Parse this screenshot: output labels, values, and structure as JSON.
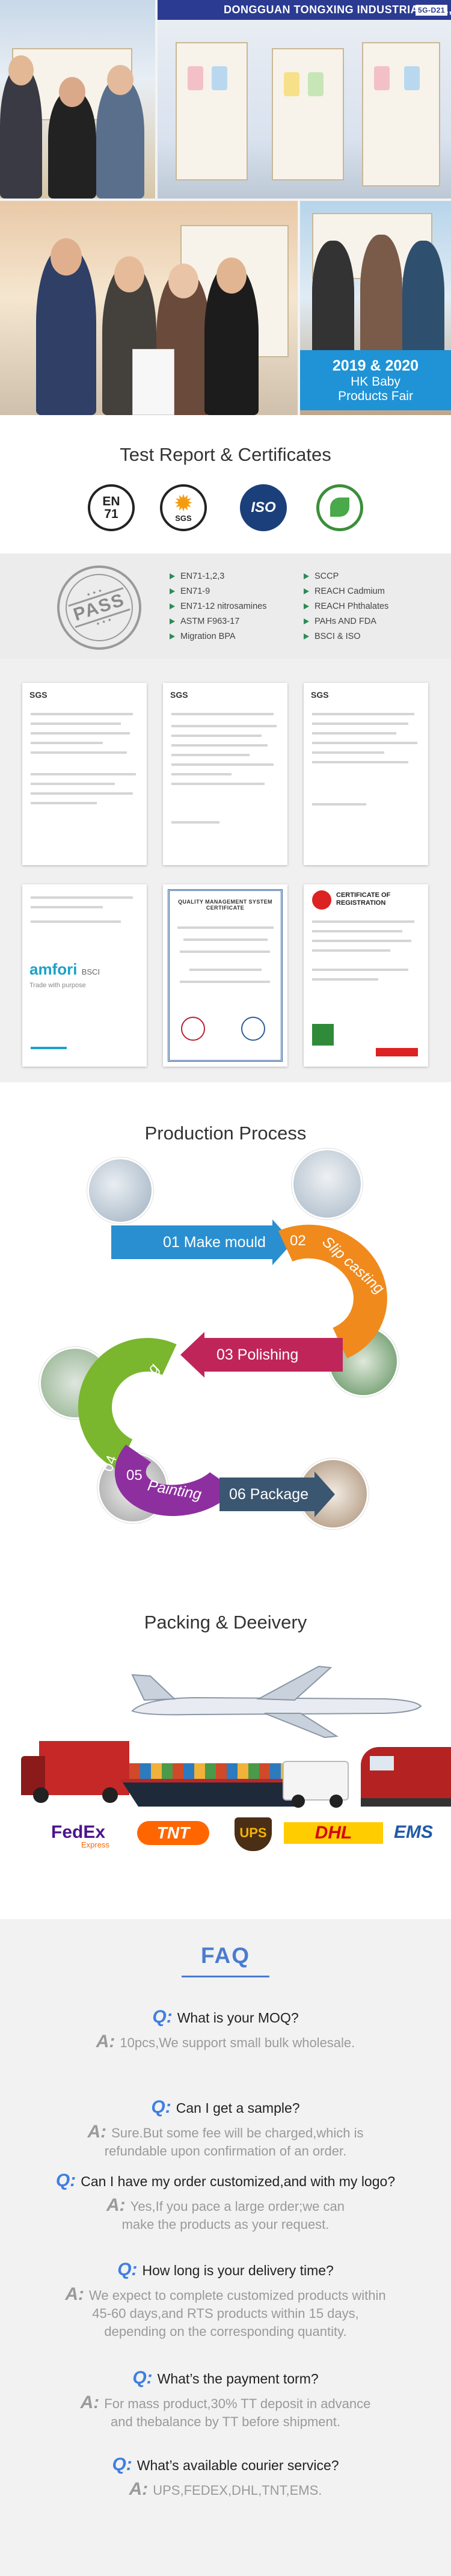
{
  "exhibition": {
    "booth_banner": "DONGGUAN TONGXING INDUSTRIAL CO., LTD",
    "booth_number": "5G-D21",
    "badge_line1": "2019 & 2020",
    "badge_line2": "HK Baby",
    "badge_line3": "Products Fair"
  },
  "certificates_section": {
    "title": "Test Report & Certificates",
    "logos": [
      {
        "icon": "en71-logo-icon",
        "text": "EN\n71"
      },
      {
        "icon": "sgs-logo-icon",
        "text": "SGS"
      },
      {
        "icon": "iso-logo-icon",
        "text": "ISO"
      },
      {
        "icon": "eco-logo-icon",
        "text": ""
      }
    ],
    "stamp_word": "PASS",
    "left_items": [
      "EN71-1,2,3",
      "EN71-9",
      "EN71-12 nitrosamines",
      "ASTM F963-17",
      "Migration BPA"
    ],
    "right_items": [
      "SCCP",
      "REACH Cadmium",
      "REACH Phthalates",
      "PAHs AND FDA",
      "BSCI & ISO"
    ]
  },
  "documents": {
    "sgs_label": "SGS",
    "amfori_label": "amfori",
    "amfori_sub": "BSCI",
    "amfori_tagline": "Trade with purpose",
    "qms_title": "QUALITY MANAGEMENT SYSTEM CERTIFICATE",
    "reg_title": "CERTIFICATE OF REGISTRATION"
  },
  "production": {
    "title": "Production Process",
    "steps": [
      {
        "num": "01",
        "label": "Make mould",
        "color": "#2a8fd0"
      },
      {
        "num": "02",
        "label": "Slip casting",
        "color": "#f08a1c"
      },
      {
        "num": "03",
        "label": "Polishing",
        "color": "#c0255a"
      },
      {
        "num": "04",
        "label": "Repairing",
        "color": "#7ab62e"
      },
      {
        "num": "05",
        "label": "Painting",
        "color": "#8e2fa0"
      },
      {
        "num": "06",
        "label": "Package",
        "color": "#3b5670"
      }
    ]
  },
  "packing": {
    "title": "Packing & Deeivery",
    "couriers": [
      "FedEx",
      "TNT",
      "UPS",
      "DHL",
      "EMS"
    ],
    "fedex_sub": "Express"
  },
  "faq": {
    "title": "FAQ",
    "q_marker": "Q:",
    "a_marker": "A:",
    "items": [
      {
        "q": "What is your MOQ?",
        "a1": "10pcs,We support small bulk wholesale.",
        "a2": "",
        "a3": ""
      },
      {
        "q": "Can I get a sample?",
        "a1": "Sure.But some fee will be charged,which is",
        "a2": "refundable upon confirmation of an order.",
        "a3": ""
      },
      {
        "q": "Can I have my order customized,and with my logo?",
        "a1": "Yes,If you pace a large order;we can",
        "a2": "make the products as your request.",
        "a3": ""
      },
      {
        "q": "How long is your delivery time?",
        "a1": "We expect to complete customized products within",
        "a2": "45-60 days,and RTS products within 15 days,",
        "a3": "depending on the corresponding quantity."
      },
      {
        "q": "What’s the payment torm?",
        "a1": "For mass product,30% TT deposit in advance",
        "a2": "and thebalance by TT before shipment.",
        "a3": ""
      },
      {
        "q": "What’s available courier service?",
        "a1": "UPS,FEDEX,DHL,TNT,EMS.",
        "a2": "",
        "a3": ""
      }
    ]
  }
}
